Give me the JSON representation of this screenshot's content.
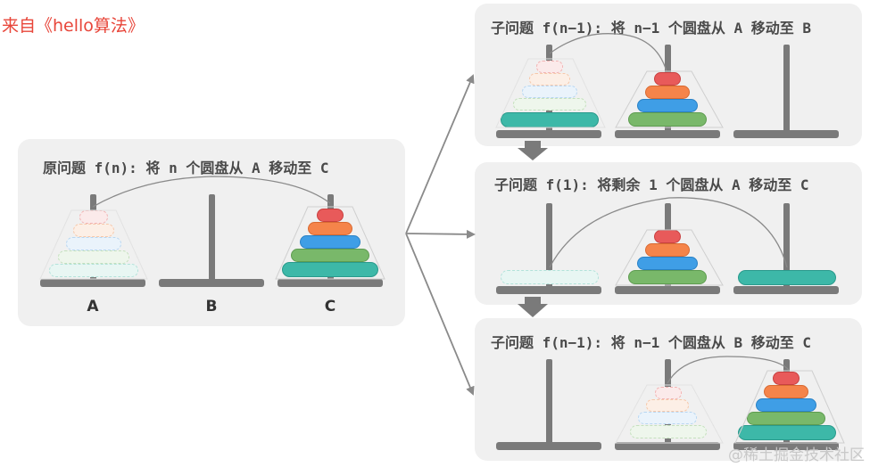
{
  "source_label": "来自《hello算法》",
  "watermark": "@稀土掘金技术社区",
  "main_panel": {
    "title": "原问题  f(n): 将  n  个圆盘从  A  移动至  C",
    "pegs": [
      "A",
      "B",
      "C"
    ]
  },
  "sub_panels": [
    {
      "title": "子问题 f(n−1): 将 n−1 个圆盘从 A 移动至 B"
    },
    {
      "title": "子问题 f(1): 将剩余 1 个圆盘从 A 移动至 C"
    },
    {
      "title": "子问题 f(n−1): 将 n−1 个圆盘从 B 移动至 C"
    }
  ],
  "colors": {
    "panel": "#f0f0f0",
    "peg": "#7a7a7a",
    "disk_red": "#e85a5a",
    "disk_orange": "#f5844a",
    "disk_blue": "#3f9ee6",
    "disk_green": "#79b86a",
    "disk_teal": "#3db8a8",
    "arrow": "#8a8a8a"
  }
}
